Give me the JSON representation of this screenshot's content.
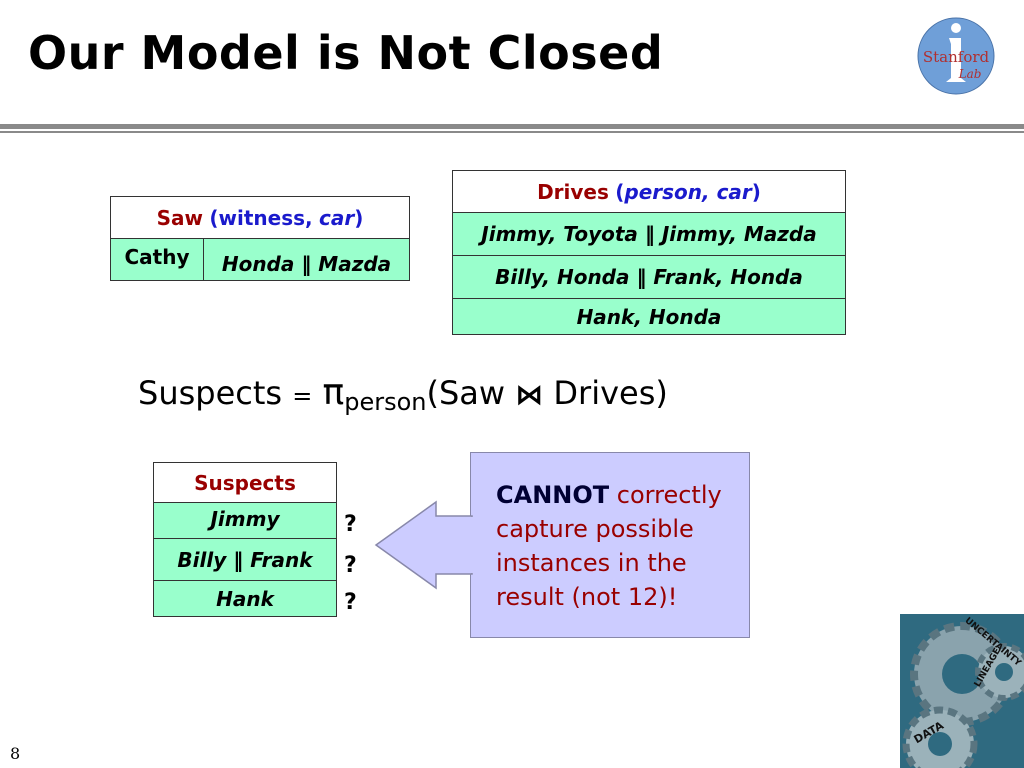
{
  "title": "Our Model is Not Closed",
  "logo": {
    "top": "Stanford",
    "bottom": "Lab"
  },
  "saw_table": {
    "name": "Saw",
    "open": "(",
    "attr1": "witness,",
    "attr2": "car",
    "close": ")",
    "rows": [
      [
        "Cathy",
        "Honda ‖ Mazda"
      ]
    ]
  },
  "drives_table": {
    "name": "Drives",
    "open": "(",
    "attrs": "person, car",
    "close": ")",
    "rows": [
      "Jimmy, Toyota ‖ Jimmy, Mazda",
      "Billy, Honda ‖ Frank, Honda",
      "Hank, Honda"
    ]
  },
  "formula": {
    "lhs": "Suspects",
    "eq": "=",
    "pi": "π",
    "sub": "person",
    "open": "(Saw",
    "join": "⋈",
    "close": "Drives)"
  },
  "suspects_table": {
    "header": "Suspects",
    "rows": [
      "Jimmy",
      "Billy  ‖ Frank",
      "Hank"
    ]
  },
  "question_marks": [
    "?",
    "?",
    "?"
  ],
  "callout": {
    "strong": "CANNOT",
    "rest": "correctly capture possible instances in the result (not 12)!"
  },
  "gears": {
    "words": [
      "UNCERTAINTY",
      "LINEAGE",
      "DATA"
    ]
  },
  "page_number": "8",
  "colors": {
    "cell_fill": "#99ffcc",
    "header_red": "#990000",
    "attr_blue": "#1a1acc",
    "callout_fill": "#ccccff",
    "arrow_fill": "#ccccff"
  }
}
